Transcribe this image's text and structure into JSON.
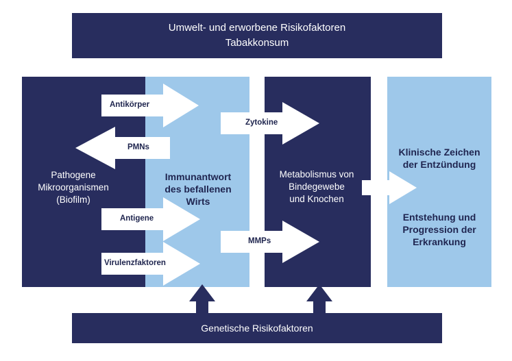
{
  "top_banner": {
    "line1": "Umwelt- und erworbene Risikofaktoren",
    "line2": "Tabakkonsum"
  },
  "bottom_banner": {
    "label": "Genetische Risikofaktoren"
  },
  "boxes": {
    "pathogene": [
      "Pathogene",
      "Mikroorganismen",
      "(Biofilm)"
    ],
    "immunantwort": [
      "Immunantwort",
      "des befallenen",
      "Wirts"
    ],
    "metabolismus": [
      "Metabolismus von",
      "Bindegewebe",
      "und Knochen"
    ],
    "klinisch": {
      "block1": [
        "Klinische Zeichen",
        "der Entzündung"
      ],
      "block2": [
        "Entstehung und",
        "Progression der",
        "Erkrankung"
      ]
    }
  },
  "arrows": {
    "antikoerper": "Antikörper",
    "pmns": "PMNs",
    "antigene": "Antigene",
    "virulenzfaktoren": "Virulenzfaktoren",
    "zytokine": "Zytokine",
    "mmps": "MMPs"
  },
  "colors": {
    "dark": "#282d5e",
    "light": "#9ec8ea",
    "arrow": "#ffffff"
  }
}
